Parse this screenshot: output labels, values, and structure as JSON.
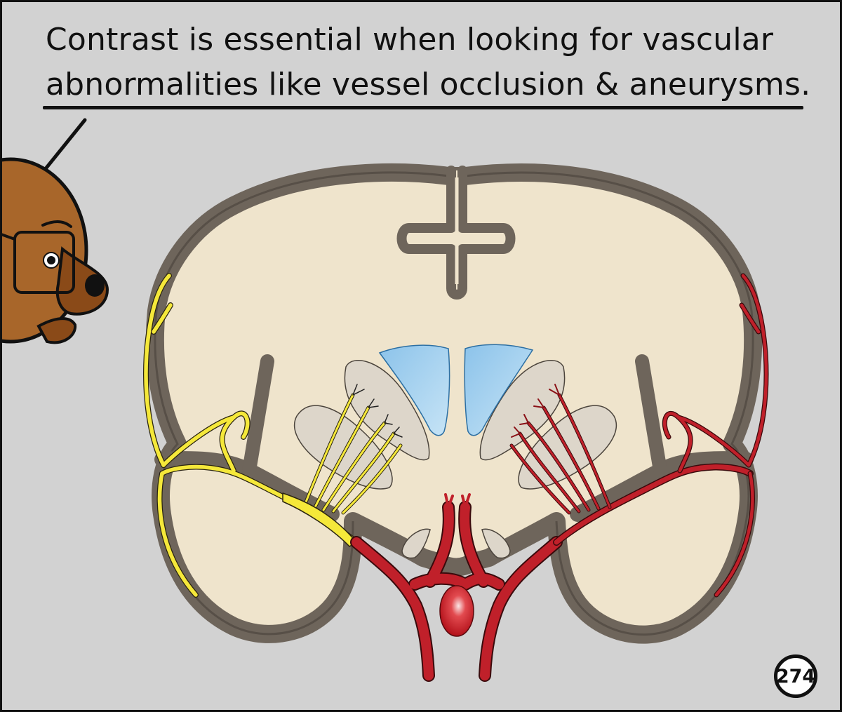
{
  "caption": {
    "line1": "Contrast is essential when looking for vascular",
    "line2": "abnormalities like vessel occlusion & aneurysms."
  },
  "page_number": "274",
  "colors": {
    "background": "#d2d2d2",
    "brain_tissue": "#efe4cc",
    "brain_outline": "#6e655b",
    "ventricle": "#a9d3ef",
    "nuclei": "#ddd6ca",
    "occluded_vessel": "#f5e83a",
    "perfused_vessel": "#c0202a",
    "aneurysm": "#c8161f",
    "character_fur": "#a8662a"
  }
}
